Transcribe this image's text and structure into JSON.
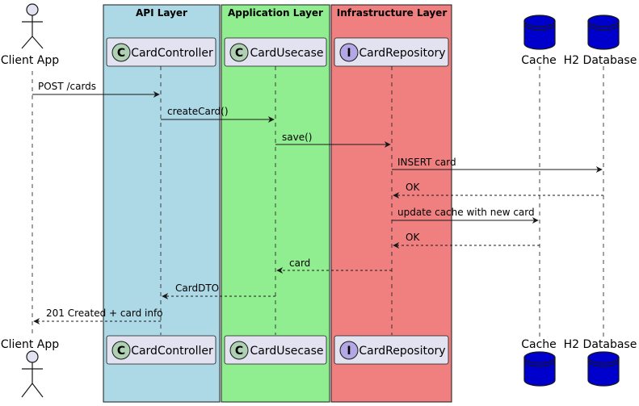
{
  "colors": {
    "api_layer": "#ADD8E6",
    "application_layer": "#90EE90",
    "infrastructure_layer": "#F08080",
    "participant_fill": "#E2E2F0",
    "class_circle": "#ADD1B2",
    "interface_circle": "#B4A7E5",
    "database": "#0000CD"
  },
  "boxes": {
    "api": "API Layer",
    "application": "Application Layer",
    "infrastructure": "Infrastructure Layer"
  },
  "participants": {
    "client": {
      "label": "Client App",
      "type": "actor"
    },
    "controller": {
      "label": "CardController",
      "type": "class",
      "glyph": "C"
    },
    "usecase": {
      "label": "CardUsecase",
      "type": "class",
      "glyph": "C"
    },
    "repository": {
      "label": "CardRepository",
      "type": "interface",
      "glyph": "I"
    },
    "cache": {
      "label": "Cache",
      "type": "database"
    },
    "h2": {
      "label": "H2 Database",
      "type": "database"
    }
  },
  "messages": [
    {
      "text": "POST /cards",
      "style": "sync"
    },
    {
      "text": "createCard()",
      "style": "sync"
    },
    {
      "text": "save()",
      "style": "sync"
    },
    {
      "text": "INSERT card",
      "style": "sync"
    },
    {
      "text": "OK",
      "style": "return"
    },
    {
      "text": "update cache with new card",
      "style": "sync"
    },
    {
      "text": "OK",
      "style": "return"
    },
    {
      "text": "card",
      "style": "return"
    },
    {
      "text": "CardDTO",
      "style": "return"
    },
    {
      "text": "201 Created + card info",
      "style": "return"
    }
  ]
}
